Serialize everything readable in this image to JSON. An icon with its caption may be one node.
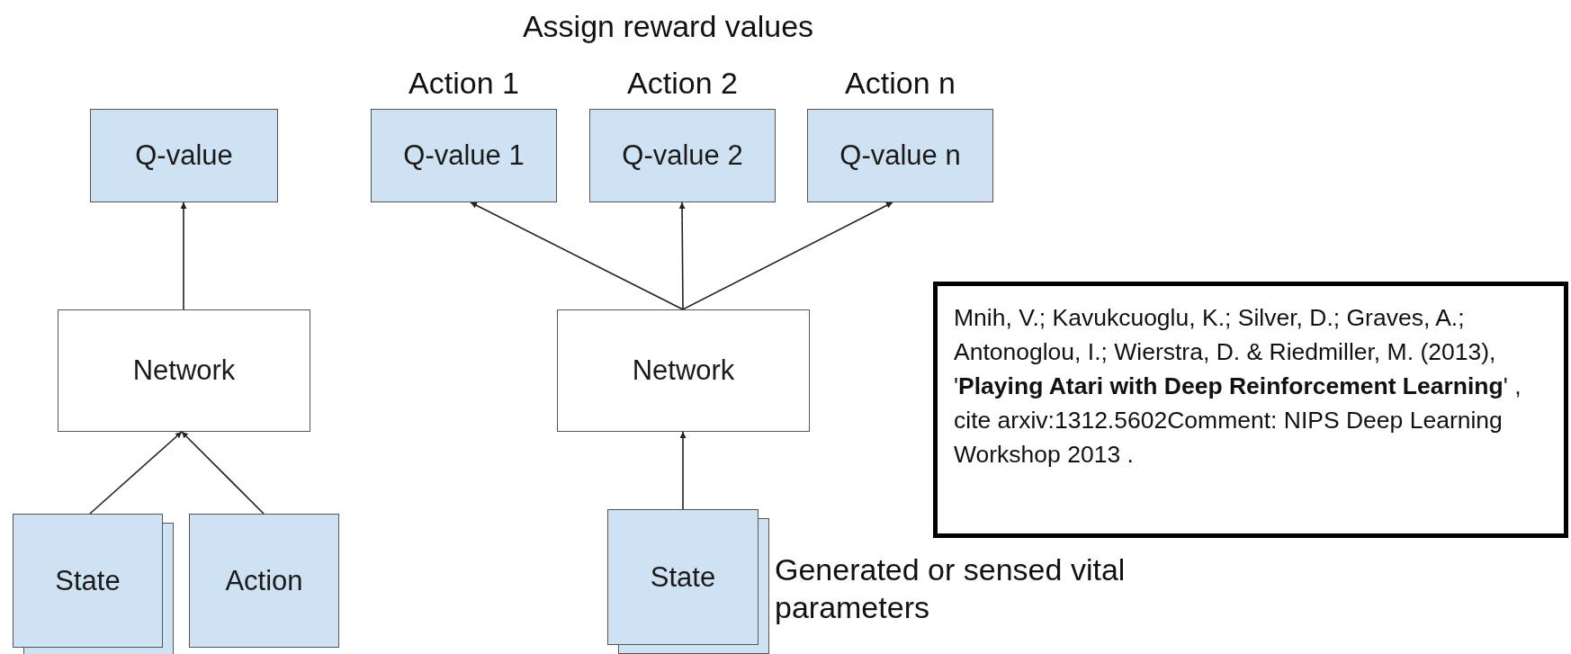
{
  "diagram": {
    "nodes": [
      {
        "text": [
          "Q-value"
        ]
      },
      {
        "text": [
          "Q-value 1"
        ],
        "beside": [
          "Action 1"
        ]
      },
      {
        "text": [
          "Q-value 2"
        ],
        "beside": [
          "Action 2"
        ]
      },
      {
        "text": [
          "Q-value n"
        ],
        "beside": [
          "Action n"
        ]
      },
      {
        "text": [
          "Network"
        ]
      },
      {
        "text": [
          "Network"
        ]
      },
      {
        "text": [
          "Mnih, V.; Kavukcuoglu, K.; Silver, D.; Graves, A.; Antonoglou, I.; Wierstra, D. & Riedmiller, M. (2013), '**Playing Atari with Deep Reinforcement Learning**' , cite arxiv:1312.5602Comment: NIPS Deep Learning Workshop 2013 ."
        ]
      },
      {
        "text": [
          "State"
        ]
      },
      {
        "text": [
          "Action"
        ]
      },
      {
        "text": [
          "State"
        ],
        "beside": [
          "Generated or sensed vital parameters"
        ]
      }
    ],
    "edges": [
      {
        "from": 4,
        "to": 0,
        "arrow": "to"
      },
      {
        "from": 5,
        "to": 1,
        "arrow": "to"
      },
      {
        "from": 5,
        "to": 2,
        "arrow": "to"
      },
      {
        "from": 5,
        "to": 3,
        "arrow": "to"
      },
      {
        "from": 7,
        "to": 4,
        "arrow": "to"
      },
      {
        "from": 8,
        "to": 4,
        "arrow": "to"
      },
      {
        "from": 9,
        "to": 5,
        "arrow": "to"
      }
    ],
    "labels": [
      "Assign reward values"
    ]
  }
}
